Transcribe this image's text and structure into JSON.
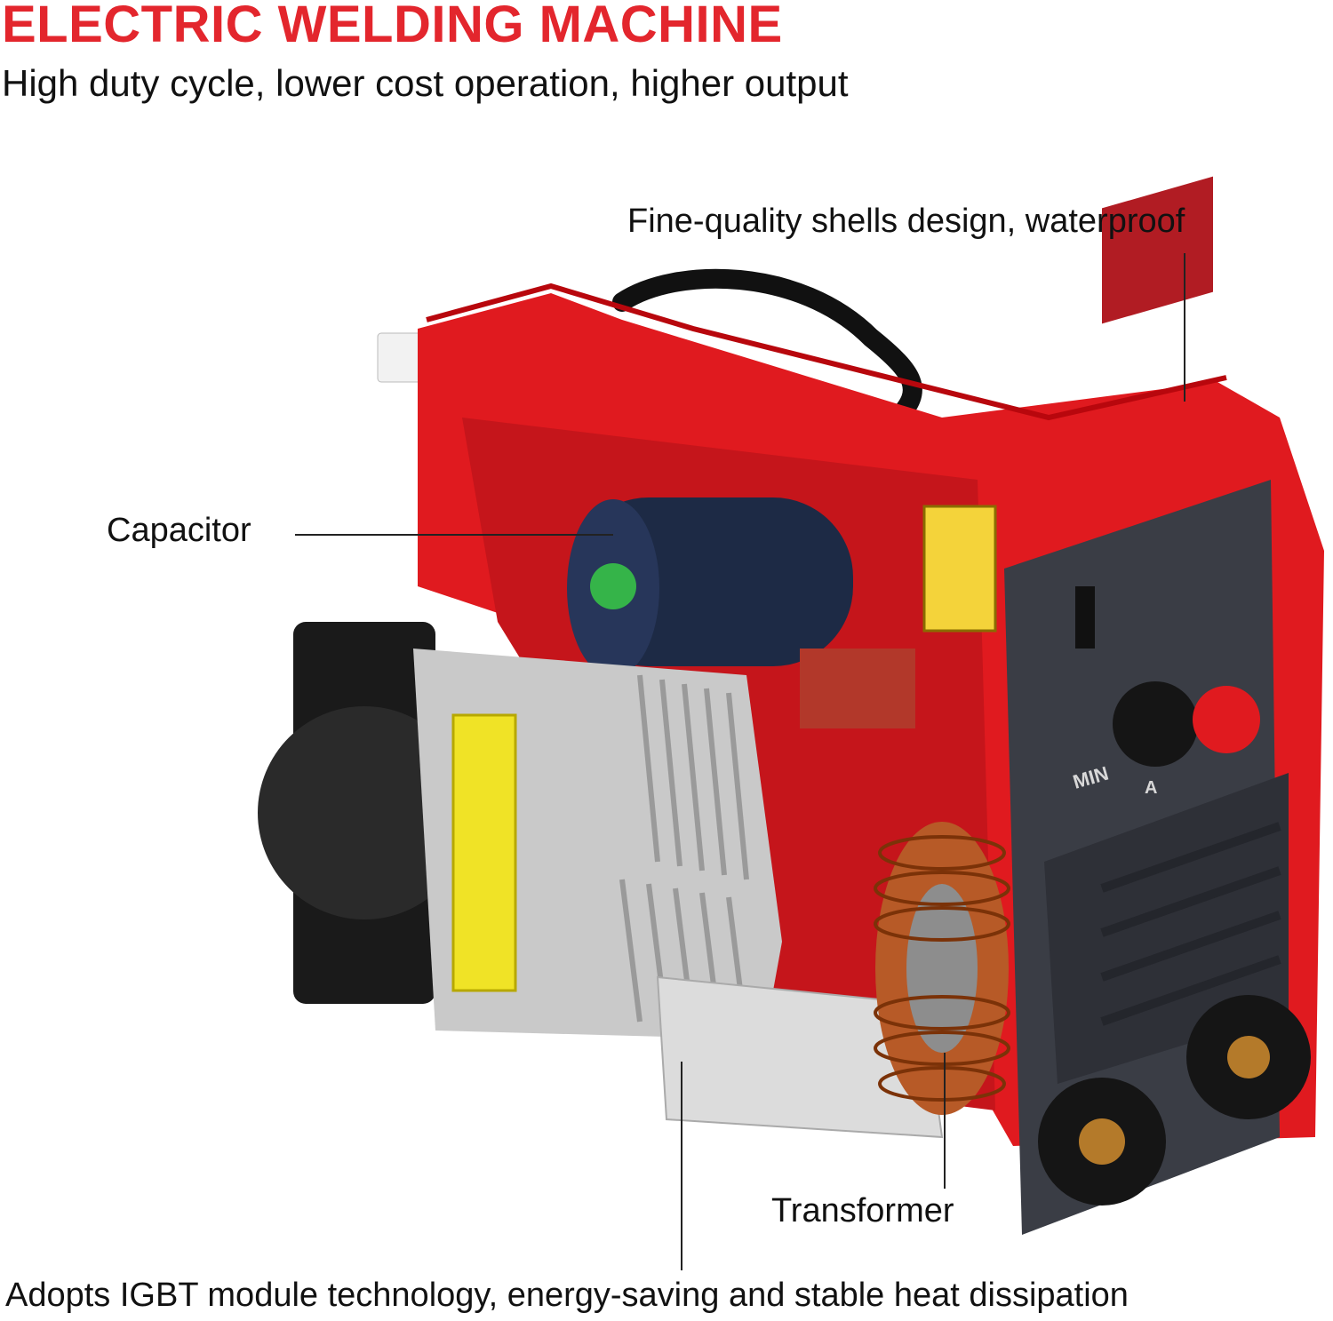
{
  "header": {
    "title": "ELECTRIC WELDING MACHINE",
    "subtitle": "High duty cycle, lower cost operation, higher output"
  },
  "callouts": {
    "shell": "Fine-quality shells design, waterproof",
    "capacitor": "Capacitor",
    "transformer": "Transformer",
    "igbt": "Adopts IGBT module technology, energy-saving and stable heat dissipation"
  },
  "panel": {
    "min_label": "MIN",
    "amp_label": "A"
  },
  "colors": {
    "brand_red": "#e3262d",
    "shell_red": "#e01a1f",
    "panel_dark": "#3a3d45"
  }
}
